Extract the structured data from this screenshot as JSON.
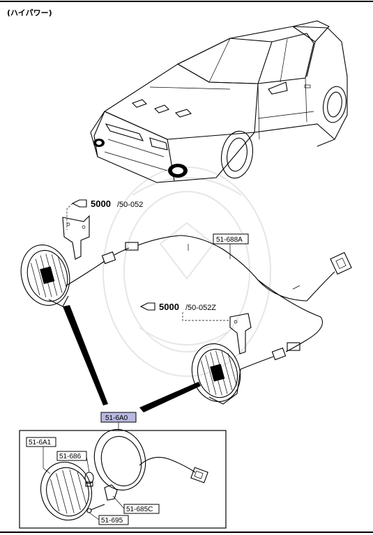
{
  "header": {
    "title": "(ハイパワー)"
  },
  "refs": [
    {
      "id": "ref-top",
      "page": "5000",
      "code": "/50-052"
    },
    {
      "id": "ref-mid",
      "page": "5000",
      "code": "/50-052Z"
    }
  ],
  "labels": {
    "harness": "51-688A",
    "assembly": "51-6A0",
    "lens": "51-6A1",
    "bulb": "51-686",
    "socket": "51-685C",
    "screw": "51-695"
  },
  "colors": {
    "highlight": "#b8b8e0",
    "line": "#000000",
    "watermark": "#e6e6e6"
  }
}
